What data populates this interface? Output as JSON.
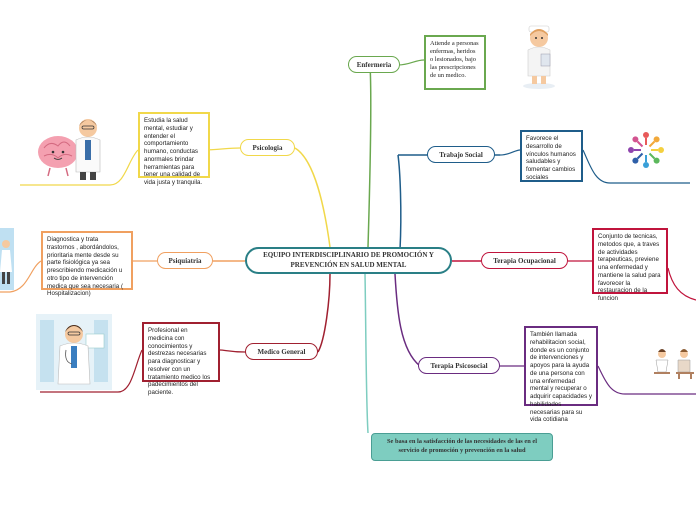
{
  "central": {
    "line1": "EQUIPO INTERDISCIPLINARIO DE PROMOCIÓN Y",
    "line2": "PREVENCIÓN EN SALUD MENTAL"
  },
  "branches": {
    "enfermeria": {
      "label": "Enfermeria",
      "desc": "Atiende a personas enfermas, heridos o lesionados, bajo las prescripciones de un medico."
    },
    "psicologia": {
      "label": "Psicologia",
      "desc": "Estudia la salud mental, estudiar y entender el comportamiento humano, conductas anormales brindar herramientas para tener una calidad de vida justa y tranquila."
    },
    "trabajo_social": {
      "label": "Trabajo Social",
      "desc": "Favorece el desarrollo de vínculos humanos saludables y fomentar cambios sociales"
    },
    "psiquiatria": {
      "label": "Psiquiatria",
      "desc": "Diagnostica y trata trastornos , abordándolos, prioritaria mente desde su parte fisiológica ya sea prescribiendo medicación u otro tipo de intervención medica que sea necesaria ( Hospitalizacion)"
    },
    "terapia_ocupacional": {
      "label": "Terapia Ocupacional",
      "desc": "Conjunto de tecnicas, metodos que, a traves de actividades terapeuticas, previene una enfermedad y mantiene la salud para favorecer la restauracion de la funcion"
    },
    "medico_general": {
      "label": "Medico General",
      "desc": "Profesional en medicina con conocimientos y destrezas necesarias para diagnosticar y resolver con un tratamiento medico los padecimientos del paciente."
    },
    "terapia_psicosocial": {
      "label": "Terapia Psicosocial",
      "desc": "También llamada rehabilitacion social, donde es un conjunto de intervenciones y apoyos para la ayuda de una persona con una enfermedad mental y recuperar o adquirir capacidades y habilidades necesarias para su vida cotidiana"
    }
  },
  "bottom": {
    "line1": "Se basa en la satisfacción de las necesidades de las  en el",
    "line2": "servicio de promoción y prevención en la salud"
  },
  "colors": {
    "enfermeria": "#6aa84f",
    "psicologia": "#f1d84a",
    "trabajo_social": "#1f5d8a",
    "psiquiatria": "#f0a060",
    "terapia_ocupacional": "#c0143c",
    "medico_general": "#a02030",
    "terapia_psicosocial": "#6a2c80",
    "central": "#2a7f86"
  }
}
